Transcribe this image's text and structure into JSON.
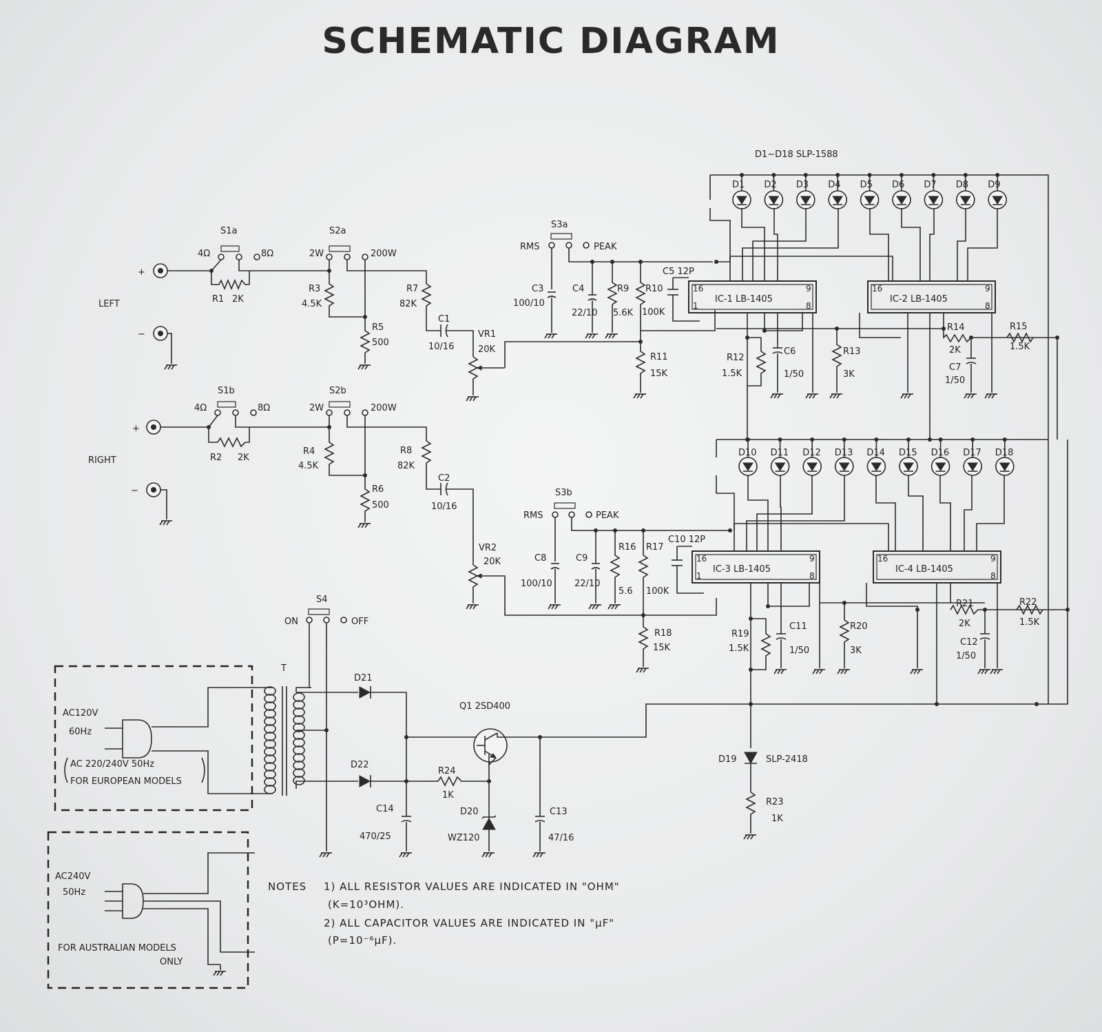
{
  "title": "SCHEMATIC DIAGRAM",
  "header": {
    "led_series": "D1~D18   SLP-1588"
  },
  "channels": {
    "left": {
      "label": "LEFT",
      "plus": "+",
      "minus": "−"
    },
    "right": {
      "label": "RIGHT",
      "plus": "+",
      "minus": "−"
    }
  },
  "switches": {
    "s1a": "S1a",
    "s1b": "S1b",
    "s2a": "S2a",
    "s2b": "S2b",
    "s3a": "S3a",
    "s3b": "S3b",
    "s4": "S4",
    "ohm4": "4Ω",
    "ohm8": "8Ω",
    "w2": "2W",
    "w200": "200W",
    "rms": "RMS",
    "peak": "PEAK",
    "on": "ON",
    "off": "OFF"
  },
  "resistors": {
    "r1": "R1",
    "r1v": "2K",
    "r2": "R2",
    "r2v": "2K",
    "r3": "R3",
    "r3v": "4.5K",
    "r4": "R4",
    "r4v": "4.5K",
    "r5": "R5",
    "r5v": "500",
    "r6": "R6",
    "r6v": "500",
    "r7": "R7",
    "r7v": "82K",
    "r8": "R8",
    "r8v": "82K",
    "r9": "R9",
    "r9v": "5.6K",
    "r10": "R10",
    "r10v": "100K",
    "r11": "R11",
    "r11v": "15K",
    "r12": "R12",
    "r12v": "1.5K",
    "r13": "R13",
    "r13v": "3K",
    "r14": "R14",
    "r14v": "2K",
    "r15": "R15",
    "r15v": "1.5K",
    "r16": "R16",
    "r16v": "5.6",
    "r17": "R17",
    "r17v": "100K",
    "r18": "R18",
    "r18v": "15K",
    "r19": "R19",
    "r19v": "1.5K",
    "r20": "R20",
    "r20v": "3K",
    "r21": "R21",
    "r21v": "2K",
    "r22": "R22",
    "r22v": "1.5K",
    "r23": "R23",
    "r23v": "1K",
    "r24": "R24",
    "r24v": "1K",
    "vr1": "VR1",
    "vr1v": "20K",
    "vr2": "VR2",
    "vr2v": "20K"
  },
  "capacitors": {
    "c1": "C1",
    "c1v": "10/16",
    "c2": "C2",
    "c2v": "10/16",
    "c3": "C3",
    "c3v": "100/10",
    "c4": "C4",
    "c4v": "22/10",
    "c5": "C5  12P",
    "c6": "C6",
    "c6v": "1/50",
    "c7": "C7",
    "c7v": "1/50",
    "c8": "C8",
    "c8v": "100/10",
    "c9": "C9",
    "c9v": "22/10",
    "c10": "C10  12P",
    "c11": "C11",
    "c11v": "1/50",
    "c12": "C12",
    "c12v": "1/50",
    "c13": "C13",
    "c13v": "47/16",
    "c14": "C14",
    "c14v": "470/25"
  },
  "ics": {
    "ic1": "IC-1  LB-1405",
    "ic2": "IC-2  LB-1405",
    "ic3": "IC-3  LB-1405",
    "ic4": "IC-4  LB-1405",
    "pin16": "16",
    "pin9": "9",
    "pin1": "1",
    "pin8": "8"
  },
  "leds_top": [
    "D1",
    "D2",
    "D3",
    "D4",
    "D5",
    "D6",
    "D7",
    "D8",
    "D9"
  ],
  "leds_bottom": [
    "D10",
    "D11",
    "D12",
    "D13",
    "D14",
    "D15",
    "D16",
    "D17",
    "D18"
  ],
  "power": {
    "t": "T",
    "d21": "D21",
    "d22": "D22",
    "q1": "Q1  2SD400",
    "d20": "D20",
    "d20v": "WZ120",
    "d19": "D19",
    "d19v": "SLP-2418"
  },
  "plugs": {
    "us_line1": "AC120V",
    "us_line2": "60Hz",
    "eu_line1": "AC 220/240V 50Hz",
    "eu_line2": "FOR EUROPEAN MODELS",
    "au_line1": "AC240V",
    "au_line2": "50Hz",
    "au_line3": "FOR AUSTRALIAN MODELS",
    "au_line4": "ONLY"
  },
  "notes": {
    "label": "NOTES",
    "n1": "1) ALL RESISTOR VALUES ARE INDICATED IN \"OHM\"",
    "n1b": "(K=10³OHM).",
    "n2": "2) ALL CAPACITOR VALUES ARE INDICATED IN \"μF\"",
    "n2b": "(P=10⁻⁶μF)."
  }
}
